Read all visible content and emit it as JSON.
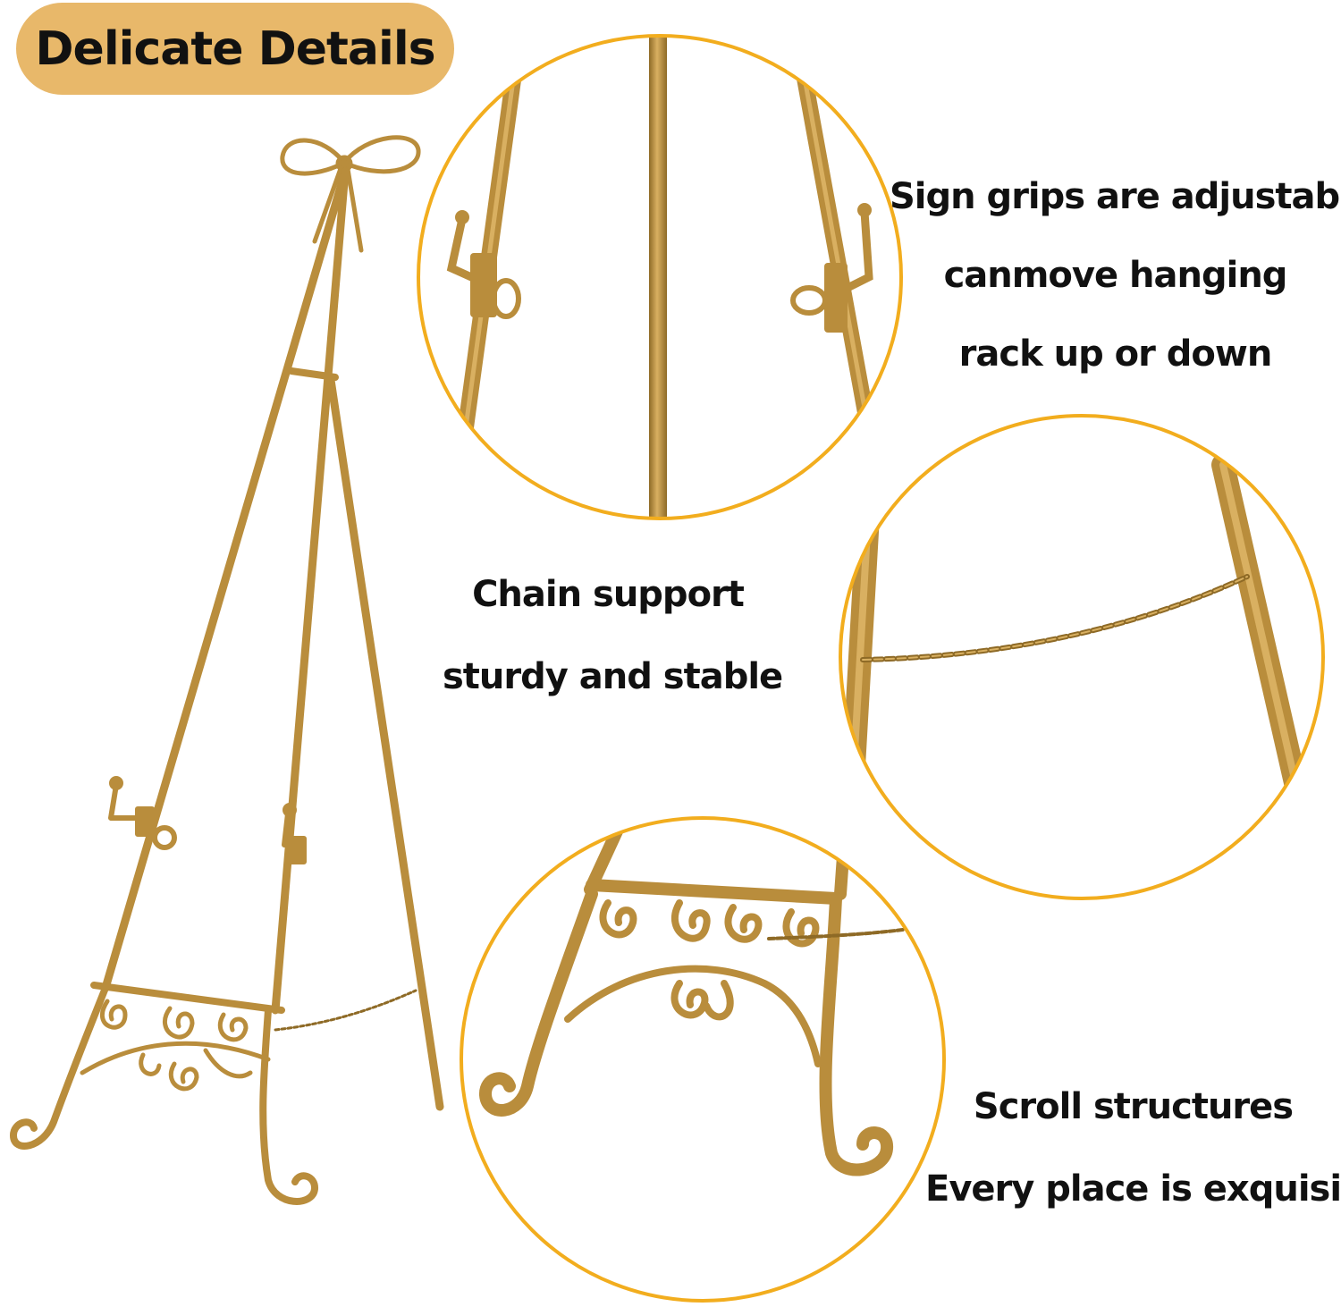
{
  "badge": {
    "label": "Delicate Details"
  },
  "captions": {
    "grips": [
      "Sign grips are adjustable",
      "canmove hanging",
      "rack up or down"
    ],
    "chain": [
      "Chain support",
      "sturdy and stable"
    ],
    "scroll": [
      "Scroll structures",
      "Every place is exquisite"
    ]
  },
  "colors": {
    "badge": "#e8b86a",
    "circle_border": "#f2ad1e",
    "gold": "#b98d3c",
    "gold_dark": "#8e6a26",
    "text": "#111111"
  }
}
